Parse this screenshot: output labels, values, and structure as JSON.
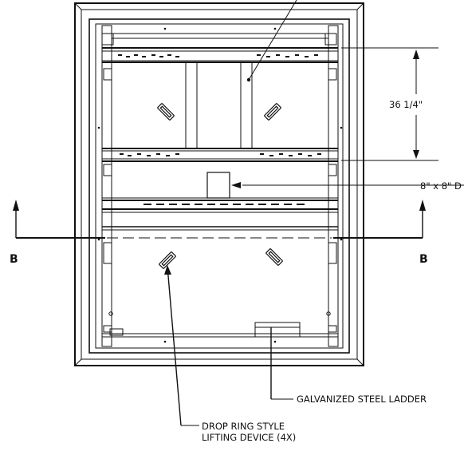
{
  "labels": {
    "dimension": "36 1/4\"",
    "opening": "8\" x 8\" D",
    "section_left": "B",
    "section_right": "B",
    "ladder": "GALVANIZED STEEL LADDER",
    "lifting_line1": "DROP RING STYLE",
    "lifting_line2": "LIFTING DEVICE (4X)"
  }
}
